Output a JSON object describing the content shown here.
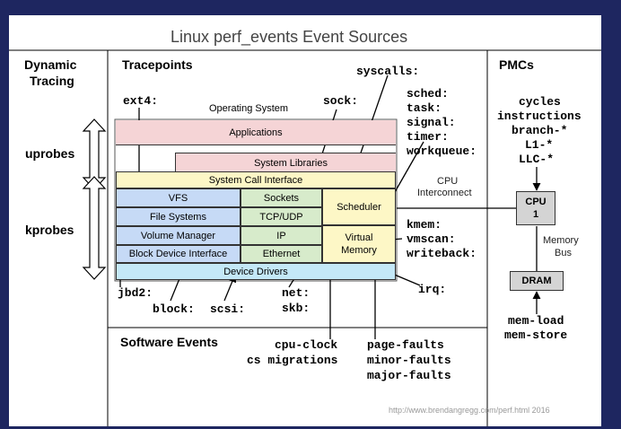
{
  "title": "Linux perf_events Event Sources",
  "url": "http://www.brendangregg.com/perf.html 2016",
  "headers": {
    "dynamic_tracing": [
      "Dynamic",
      "Tracing"
    ],
    "tracepoints": "Tracepoints",
    "pmcs": "PMCs",
    "software_events": "Software Events"
  },
  "dynamic": {
    "uprobes": "uprobes",
    "kprobes": "kprobes"
  },
  "os_label": "Operating System",
  "layers": {
    "applications": "Applications",
    "system_libraries": "System Libraries",
    "system_call_interface": "System Call Interface",
    "vfs": "VFS",
    "file_systems": "File Systems",
    "volume_manager": "Volume Manager",
    "block_device_interface": "Block Device Interface",
    "sockets": "Sockets",
    "tcp_udp": "TCP/UDP",
    "ip": "IP",
    "ethernet": "Ethernet",
    "scheduler": "Scheduler",
    "virtual_memory": [
      "Virtual",
      "Memory"
    ],
    "device_drivers": "Device Drivers"
  },
  "tracepoint_labels": {
    "ext4": "ext4:",
    "sock": "sock:",
    "syscalls": "syscalls:",
    "sched_group": [
      "sched:",
      "task:",
      "signal:",
      "timer:",
      "workqueue:"
    ],
    "mem_group": [
      "kmem:",
      "vmscan:",
      "writeback:"
    ],
    "irq": "irq:",
    "jbd2": "jbd2:",
    "block": "block:",
    "scsi": "scsi:",
    "net": "net:",
    "skb": "skb:"
  },
  "software_event_labels": {
    "cpu_clock": [
      "cpu-clock",
      "cs migrations"
    ],
    "page_faults": [
      "page-faults",
      "minor-faults",
      "major-faults"
    ]
  },
  "pmc_labels": {
    "events": [
      "cycles",
      "instructions",
      "branch-*",
      "L1-*",
      "LLC-*"
    ],
    "cpu_interconnect": [
      "CPU",
      "Interconnect"
    ],
    "cpu": [
      "CPU",
      "1"
    ],
    "memory_bus": [
      "Memory",
      "Bus"
    ],
    "dram": "DRAM",
    "mem_events": [
      "mem-load",
      "mem-store"
    ]
  },
  "colors": {
    "background": "#1e2660",
    "panel": "#ffffff",
    "pink": "#f5d4d6",
    "yellow": "#fdf7c6",
    "blue": "#c6daf6",
    "green": "#d7ebcb",
    "cyan": "#c4e8f7",
    "gray": "#d4d4d4"
  }
}
